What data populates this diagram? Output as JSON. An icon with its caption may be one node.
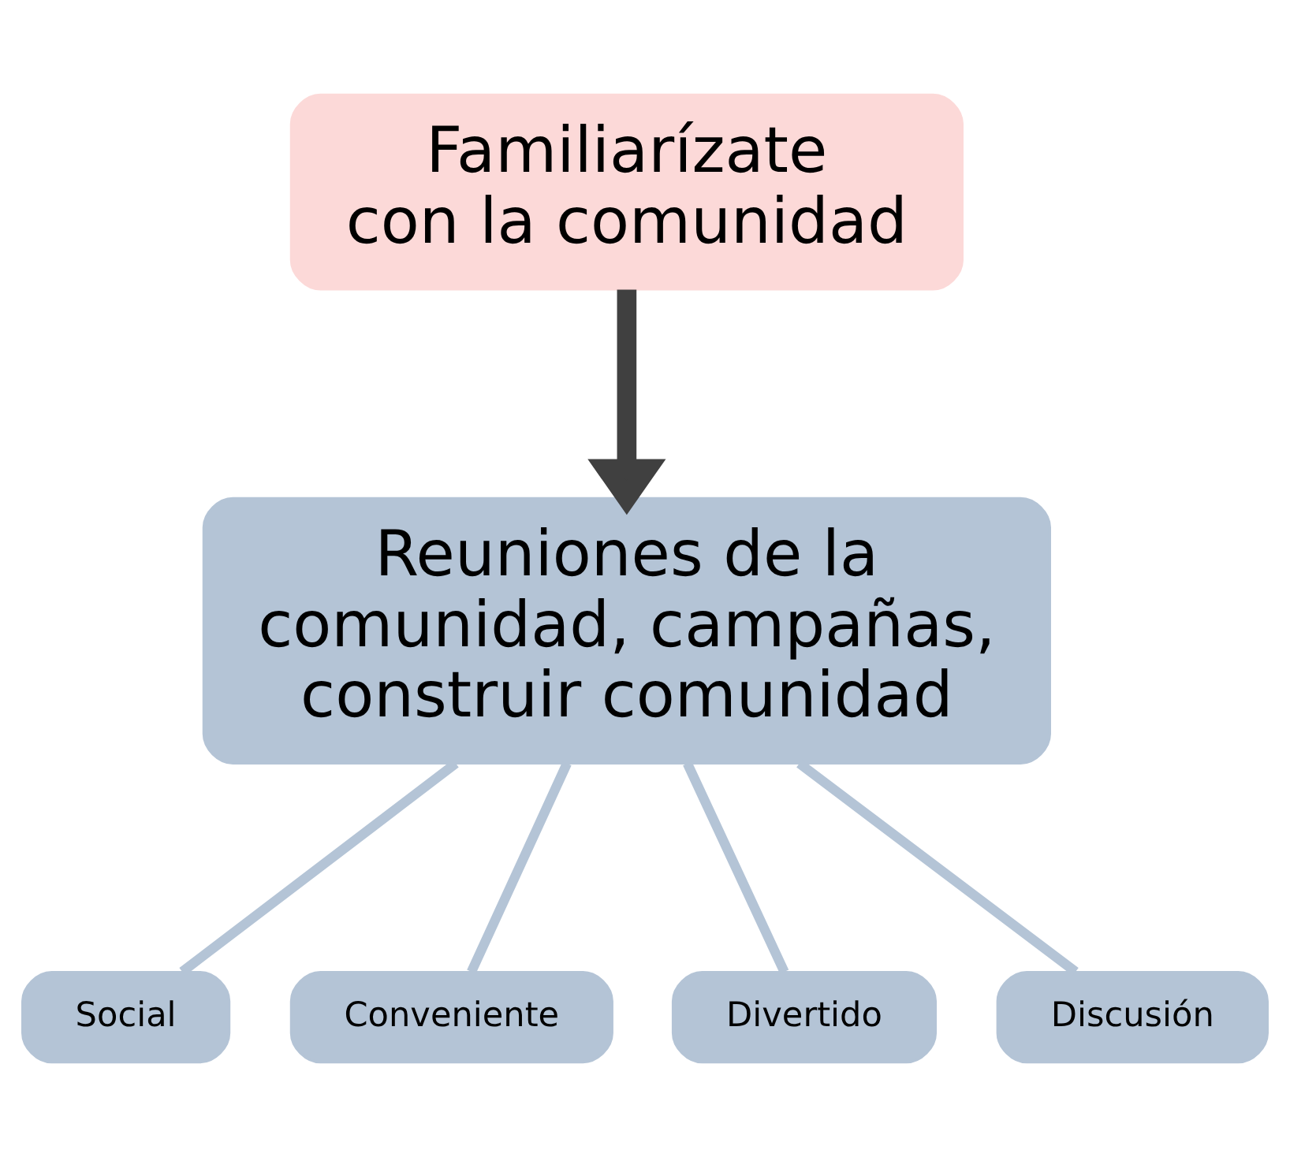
{
  "diagram": {
    "nodes": [
      {
        "text": [
          "Familiarízate con la comunidad"
        ]
      },
      {
        "text": [
          "Reuniones de la comunidad, campañas, construir comunidad"
        ]
      },
      {
        "text": [
          "Social"
        ]
      },
      {
        "text": [
          "Conveniente"
        ]
      },
      {
        "text": [
          "Divertido"
        ]
      },
      {
        "text": [
          "Discusión"
        ]
      }
    ],
    "edges": [
      {
        "from": 0,
        "to": 1,
        "arrow": "to",
        "style": "thick",
        "color": "#404040"
      },
      {
        "from": 1,
        "to": 2,
        "arrow": "none"
      },
      {
        "from": 1,
        "to": 3,
        "arrow": "none"
      },
      {
        "from": 1,
        "to": 4,
        "arrow": "none"
      },
      {
        "from": 1,
        "to": 5,
        "arrow": "none"
      }
    ]
  }
}
